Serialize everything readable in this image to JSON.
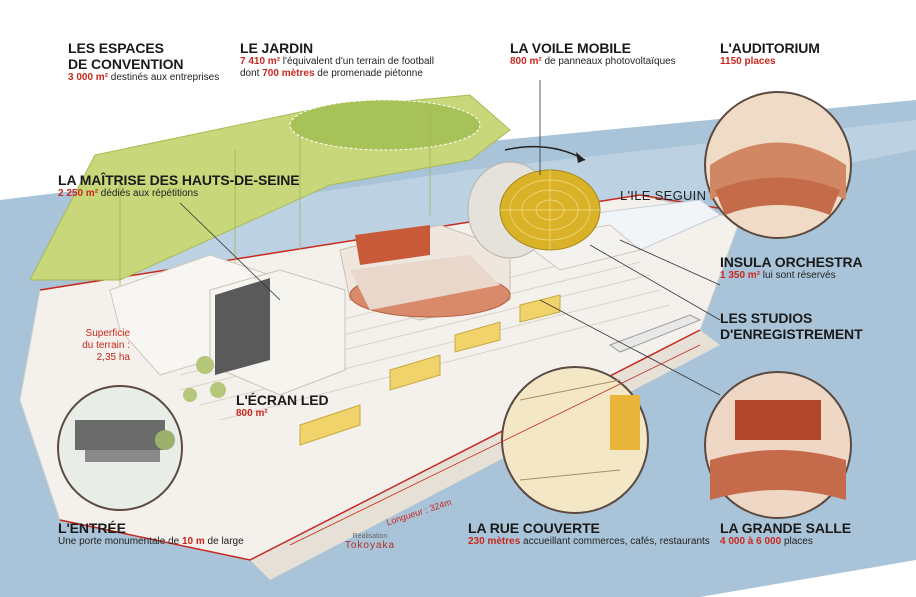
{
  "colors": {
    "accent_red": "#c8281e",
    "river": "#a9c4d8",
    "garden": "#c7d77a",
    "building": "#f3f0ea",
    "dome_gold": "#d9b227",
    "hall_red": "#c85a3a",
    "text": "#1a1a1a"
  },
  "labels": {
    "espaces": {
      "title_line1": "LES ESPACES",
      "title_line2": "DE CONVENTION",
      "value": "3 000 m²",
      "text": " destinés aux entreprises"
    },
    "jardin": {
      "title": "LE JARDIN",
      "value1": "7 410 m²",
      "text1": " l'équivalent d'un terrain de football",
      "text2a": "dont ",
      "value2": "700 mètres",
      "text2b": " de promenade piétonne"
    },
    "voile": {
      "title": "LA VOILE MOBILE",
      "value": "800 m²",
      "text": " de panneaux photovoltaïques"
    },
    "auditorium": {
      "title": "L'AUDITORIUM",
      "value": "1150 places"
    },
    "maitrise": {
      "title": "LA MAÎTRISE DES HAUTS-DE-SEINE",
      "value": "2 250 m²",
      "text": " dédiés aux répétitions"
    },
    "ile": {
      "text": "L'ILE SEGUIN"
    },
    "insula": {
      "title": "INSULA ORCHESTRA",
      "value": "1 350 m²",
      "text": " lui sont réservés"
    },
    "studios": {
      "title_line1": "LES STUDIOS",
      "title_line2": "D'ENREGISTREMENT"
    },
    "superficie": {
      "line1": "Superficie",
      "line2": "du terrain :",
      "line3": "2,35 ha"
    },
    "ecran": {
      "title": "L'ÉCRAN LED",
      "value": "800 m²"
    },
    "longueur": {
      "text": "Longueur : 324m"
    },
    "entree": {
      "title": "L'ENTRÉE",
      "text1": "Une porte monumentale de ",
      "value": "10 m",
      "text2": " de large"
    },
    "rue": {
      "title": "LA RUE COUVERTE",
      "value": "230 mètres",
      "text": " accueillant commerces, cafés, restaurants"
    },
    "grande": {
      "title": "LA GRANDE SALLE",
      "value": "4 000 à 6 000",
      "text": " places"
    },
    "credit": {
      "line1": "Réalisation",
      "brand": "Tokoyaka"
    }
  }
}
